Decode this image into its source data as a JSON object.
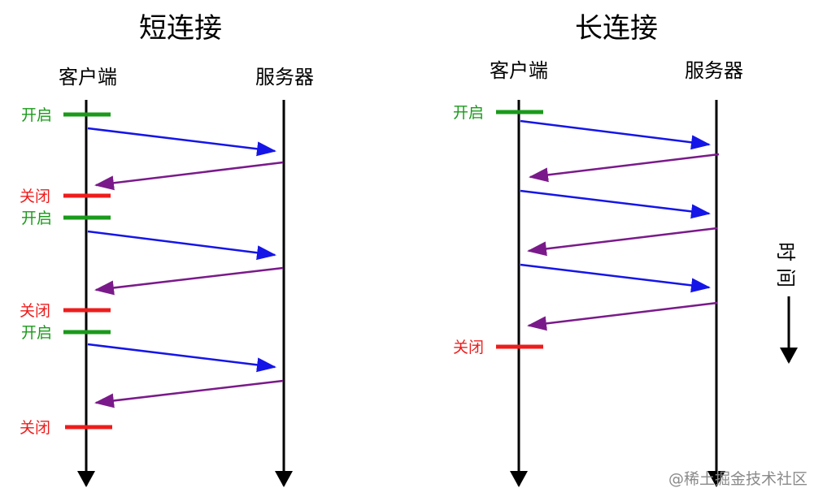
{
  "short": {
    "title": "短连接",
    "client_label": "客户端",
    "server_label": "服务器",
    "events": [
      "开启",
      "关闭",
      "开启",
      "关闭",
      "开启",
      "关闭"
    ]
  },
  "long": {
    "title": "长连接",
    "client_label": "客户端",
    "server_label": "服务器",
    "events": [
      "开启",
      "关闭"
    ]
  },
  "time_axis": {
    "label_1": "时",
    "label_2": "间"
  },
  "watermark": "@稀土掘金技术社区",
  "colors": {
    "open": "#1a9a1a",
    "close": "#ee1c1c",
    "request": "#1515e8",
    "response": "#7a1a8a",
    "timeline": "#000000"
  }
}
